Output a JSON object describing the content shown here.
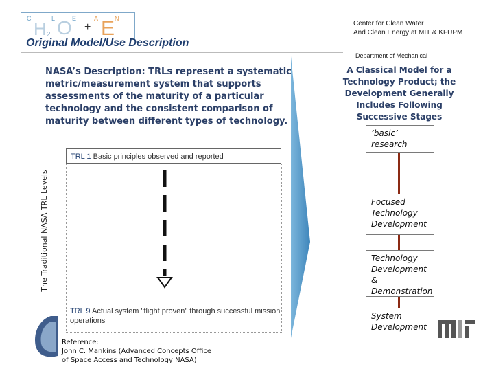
{
  "header": {
    "logo": {
      "small_letters": [
        "C",
        "L",
        "E",
        "A",
        "N"
      ],
      "h": "H",
      "sub": "2",
      "o": "O",
      "plus": "+",
      "e": "E"
    },
    "center_line1": "Center for Clean Water",
    "center_line2": "And Clean Energy at MIT & KFUPM",
    "title": "Original Model/Use Description",
    "department": "Department of Mechanical"
  },
  "left": {
    "description": "NASA’s Description: TRLs represent a systematic metric/measurement system that supports assessments of the maturity of a particular technology and the consistent comparison of maturity between different types of technology.",
    "vertical_label": "The Traditional NASA TRL Levels",
    "trl1_num": "TRL 1",
    "trl1_text": "Basic principles observed and reported",
    "trl9_num": "TRL 9",
    "trl9_text": "Actual system \"flight proven\" through successful mission operations",
    "reference_line1": "Reference:",
    "reference_line2": "John C. Mankins (Advanced Concepts Office",
    "reference_line3": "of Space Access and Technology NASA)"
  },
  "right": {
    "heading": "A Classical Model for a Technology Product;  the Development Generally Includes Following Successive  Stages",
    "stages": [
      "‘basic’ research",
      "Focused Technology Development",
      "Technology Development & Demonstration",
      "System Development"
    ]
  },
  "colors": {
    "title_blue": "#1f3e6f",
    "text_blue": "#2b3f67",
    "arrow_blue": "#5aa0cc",
    "stage_line": "#8b2a14",
    "logo_orange": "#e8a25a",
    "logo_blue": "#6ea3c8"
  },
  "icons": {
    "left_emblem": "nasa-seal-icon",
    "right_logo": "mit-logo-icon"
  }
}
